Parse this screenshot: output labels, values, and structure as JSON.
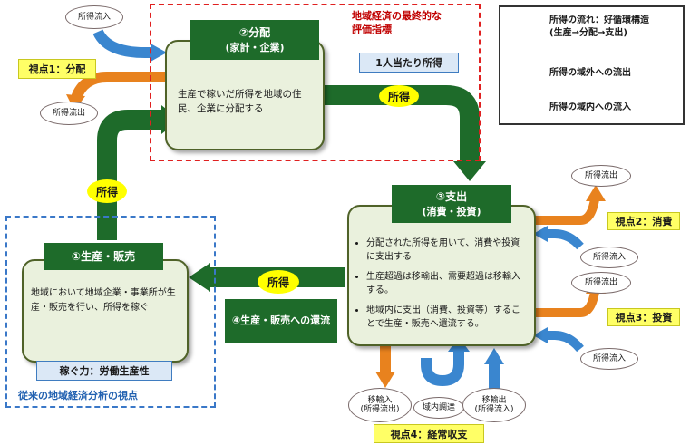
{
  "frames": {
    "top_title": "地域経済の最終的な評価指標",
    "top_label": "1人当たり所得",
    "left_title": "従来の地域経済分析の視点"
  },
  "nodes": {
    "distribution": {
      "title": "②分配",
      "subtitle": "(家計・企業)",
      "body": "生産で稼いだ所得を地域の住民、企業に分配する"
    },
    "expenditure": {
      "title": "③支出",
      "subtitle": "(消費・投資)",
      "bullets": [
        "分配された所得を用いて、消費や投資に支出する",
        "生産超過は移輸出、需要超過は移輸入する。",
        "地域内に支出（消費、投資等）することで生産・販売へ還流する。"
      ]
    },
    "production": {
      "title": "①生産・販売",
      "body": "地域において地域企業・事業所が生産・販売を行い、所得を稼ぐ",
      "label": "稼ぐ力：労働生産性"
    },
    "return_box": "④生産・販売への還流"
  },
  "flow_labels": {
    "income_top": "所得",
    "income_left": "所得",
    "income_mid": "所得"
  },
  "side_tags": {
    "view1": "視点1：分配",
    "view2": "視点2：消費",
    "view3": "視点3：投資",
    "view4": "視点4：経常収支"
  },
  "pills": {
    "inflow_top": "所得流入",
    "outflow_left": "所得流出",
    "outflow_consume": "所得流出",
    "inflow_consume": "所得流入",
    "outflow_invest": "所得流出",
    "inflow_invest": "所得流入",
    "import": "移輸入\n(所得流出)",
    "internal": "域内調達",
    "export": "移輸出\n(所得流入)"
  },
  "legend": {
    "items": [
      {
        "label": "所得の流れ：好循環構造\n(生産→分配→支出)",
        "color": "#1e6b2a"
      },
      {
        "label": "所得の域外への流出",
        "color": "#e8821e"
      },
      {
        "label": "所得の域内への流入",
        "color": "#3a86cf"
      }
    ]
  }
}
